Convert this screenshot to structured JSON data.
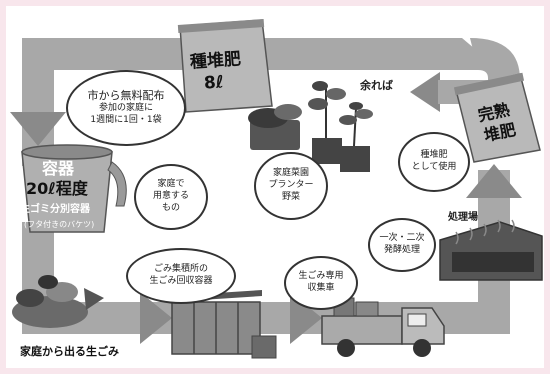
{
  "bag_compost": {
    "title": "種堆肥",
    "amount": "8ℓ"
  },
  "bag_finished": {
    "line1": "完熟",
    "line2": "堆肥"
  },
  "distribution": {
    "line1": "市から無料配布",
    "line2": "参加の家庭に",
    "line3": "1週間に1回・1袋"
  },
  "surplus": "余れば",
  "use_compost": {
    "line1": "種堆肥",
    "line2": "として使用"
  },
  "garden": {
    "line1": "家庭菜園",
    "line2": "プランター",
    "line3": "野菜"
  },
  "container": {
    "title": "容器",
    "size": "20ℓ程度",
    "name": "生ゴミ分別容器",
    "note": "(フタ付きのバケツ)"
  },
  "home_use": {
    "line1": "家庭で",
    "line2": "用意する",
    "line3": "もの"
  },
  "collection_point": {
    "line1": "ごみ集積所の",
    "line2": "生ごみ回収容器"
  },
  "truck": {
    "line1": "生ごみ専用",
    "line2": "収集車"
  },
  "plant": {
    "label": "処理場"
  },
  "processing": {
    "line1": "一次・二次",
    "line2": "発酵処理"
  },
  "home_waste": "家庭から出る生ごみ",
  "colors": {
    "background": "#f8e6ec",
    "arrow": "#9a9a9a",
    "bag": "#b9b9b9",
    "dark": "#4a4a4a"
  }
}
